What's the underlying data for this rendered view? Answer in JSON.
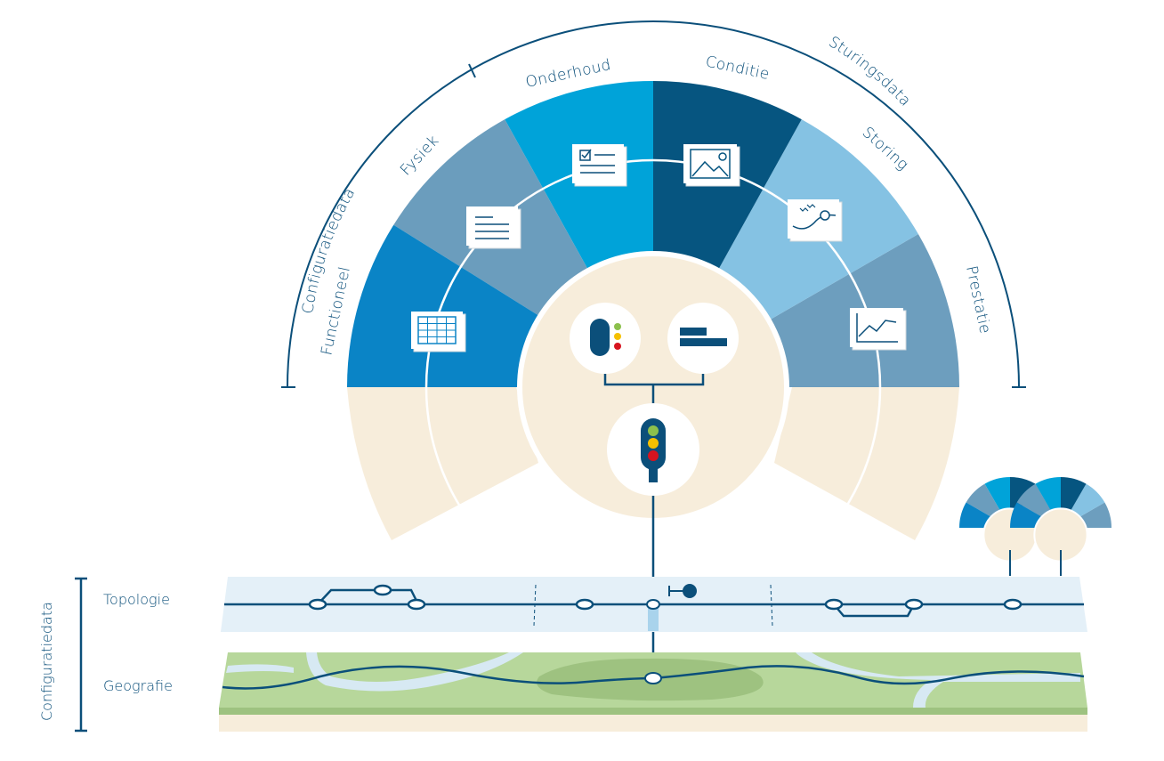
{
  "labels": {
    "configuratiedata_arc": "Configuratiedata",
    "sturingsdata_arc": "Sturingsdata",
    "functioneel": "Functioneel",
    "fysiek": "Fysiek",
    "onderhoud": "Onderhoud",
    "conditie": "Conditie",
    "storing": "Storing",
    "prestatie": "Prestatie",
    "configuratiedata_side": "Configuratiedata",
    "topologie": "Topologie",
    "geografie": "Geografie"
  },
  "colors": {
    "functioneel": "#0a84c6",
    "fysiek": "#6b9dbd",
    "onderhoud": "#00a3d9",
    "conditie": "#065580",
    "storing": "#85c2e3",
    "prestatie": "#6d9ebe",
    "beige": "#f7eddb",
    "navy": "#0b4f7a",
    "topology_band": "#e4f0f8",
    "map_green": "#b7d79b",
    "map_dark_green": "#9ec280",
    "water": "#d7e9f3"
  },
  "icons": {
    "functioneel": "table-icon",
    "fysiek": "document-icon",
    "onderhoud": "checklist-icon",
    "conditie": "image-icon",
    "storing": "graph-icon",
    "prestatie": "line-chart-icon",
    "center_left": "signal-status-icon",
    "center_right": "bar-icon",
    "center_bottom": "traffic-light-icon"
  }
}
